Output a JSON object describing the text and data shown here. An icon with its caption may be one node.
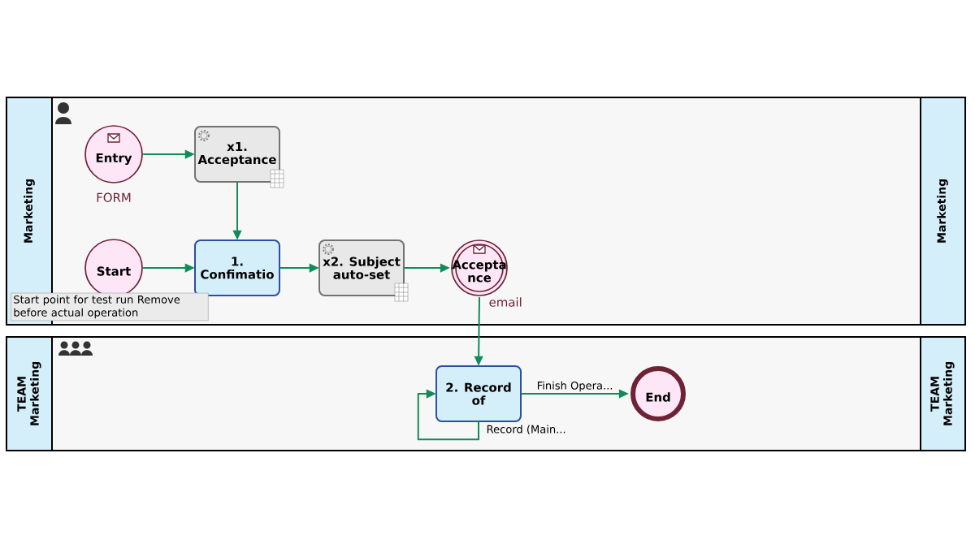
{
  "diagram": {
    "nodes": [
      {
        "text": [
          "Marketing",
          "Marketing"
        ]
      },
      {
        "text": [
          "TEAM Marketing",
          "TEAM Marketing"
        ]
      },
      {
        "text": [
          "Entry"
        ],
        "beside": [
          "FORM"
        ],
        "in": 0
      },
      {
        "text": [
          "x1. Acceptance"
        ],
        "in": 0
      },
      {
        "text": [
          "Start"
        ],
        "in": 0
      },
      {
        "text": [
          "1. Confimatio"
        ],
        "in": 0
      },
      {
        "text": [
          "x2. Subject auto-set"
        ],
        "in": 0
      },
      {
        "text": [
          "Accepta nce"
        ],
        "beside": [
          "email"
        ],
        "in": 0
      },
      {
        "text": [
          "Start point for test run Remove before actual operation"
        ],
        "in": 0
      },
      {
        "text": [
          "2. Record of"
        ],
        "in": 1
      },
      {
        "text": [
          "End"
        ],
        "in": 1
      }
    ],
    "edges": [
      {
        "from": 2,
        "to": 3,
        "arrow": "to"
      },
      {
        "from": 3,
        "to": 5,
        "arrow": "to"
      },
      {
        "from": 4,
        "to": 5,
        "arrow": "to"
      },
      {
        "from": 5,
        "to": 6,
        "arrow": "to"
      },
      {
        "from": 6,
        "to": 7,
        "arrow": "to"
      },
      {
        "from": 7,
        "to": 9,
        "arrow": "to"
      },
      {
        "from": 9,
        "to": 10,
        "arrow": "to",
        "label": "Finish Opera..."
      },
      {
        "from": 9,
        "to": 9,
        "arrow": "to",
        "label": "Record (Main..."
      }
    ]
  }
}
